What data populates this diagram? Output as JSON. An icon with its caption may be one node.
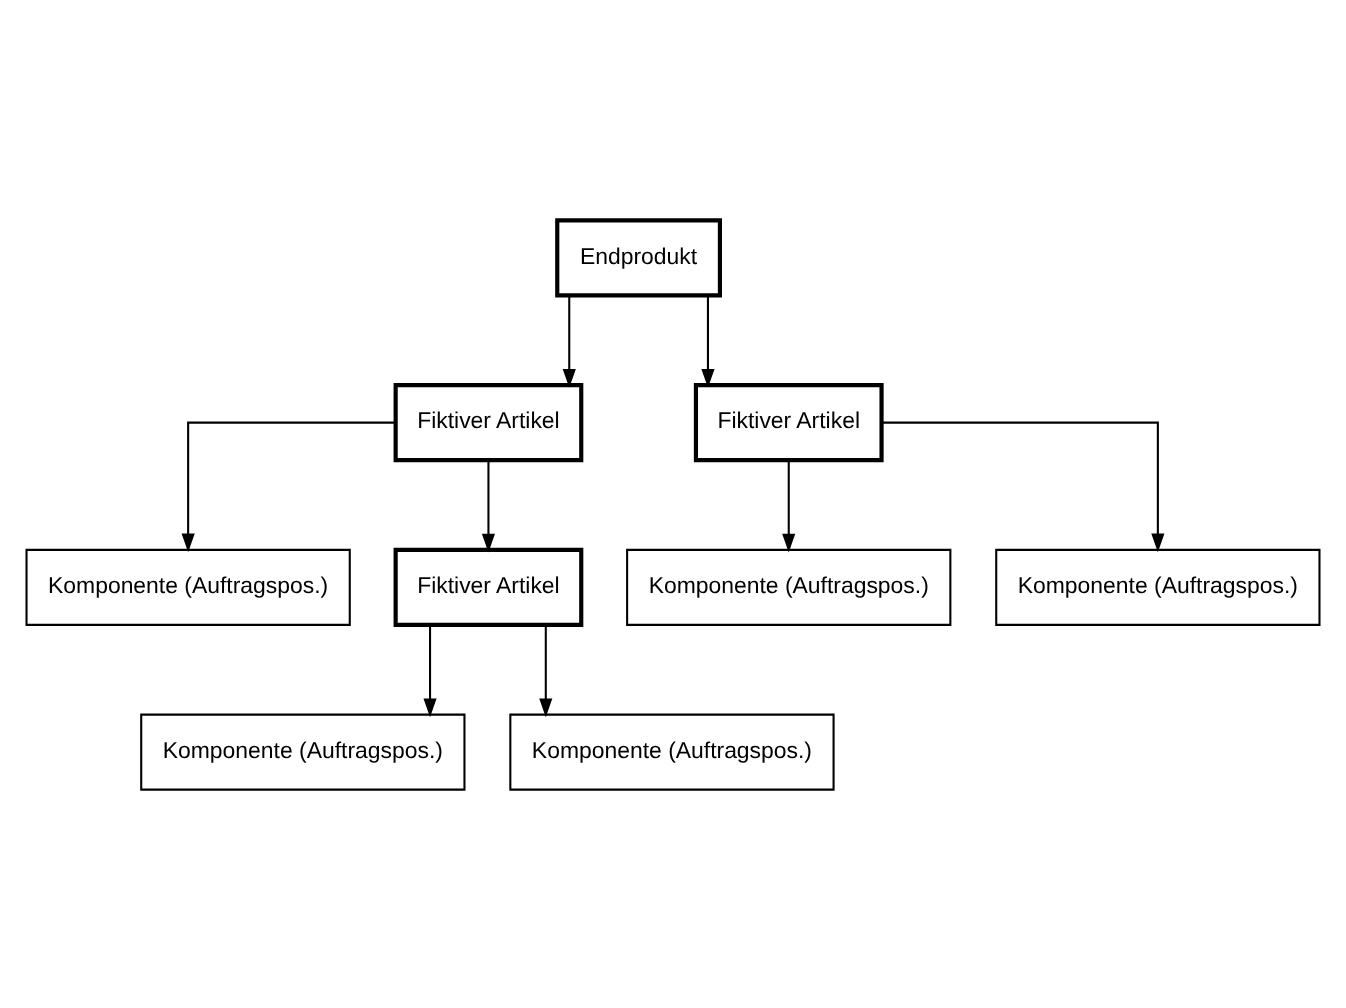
{
  "diagram": {
    "nodes": [
      {
        "text": [
          "Endprodukt"
        ]
      },
      {
        "text": [
          "Fiktiver Artikel"
        ]
      },
      {
        "text": [
          "Fiktiver Artikel"
        ]
      },
      {
        "text": [
          "Komponente (Auftragspos.)"
        ]
      },
      {
        "text": [
          "Fiktiver Artikel"
        ]
      },
      {
        "text": [
          "Komponente (Auftragspos.)"
        ]
      },
      {
        "text": [
          "Komponente (Auftragspos.)"
        ]
      },
      {
        "text": [
          "Komponente (Auftragspos.)"
        ]
      },
      {
        "text": [
          "Komponente (Auftragspos.)"
        ]
      }
    ],
    "edges": [
      {
        "from": 0,
        "to": 1,
        "arrow": "to"
      },
      {
        "from": 0,
        "to": 2,
        "arrow": "to"
      },
      {
        "from": 1,
        "to": 3,
        "arrow": "to"
      },
      {
        "from": 1,
        "to": 4,
        "arrow": "to"
      },
      {
        "from": 2,
        "to": 5,
        "arrow": "to"
      },
      {
        "from": 2,
        "to": 6,
        "arrow": "to"
      },
      {
        "from": 4,
        "to": 7,
        "arrow": "to"
      },
      {
        "from": 4,
        "to": 8,
        "arrow": "to"
      }
    ]
  }
}
